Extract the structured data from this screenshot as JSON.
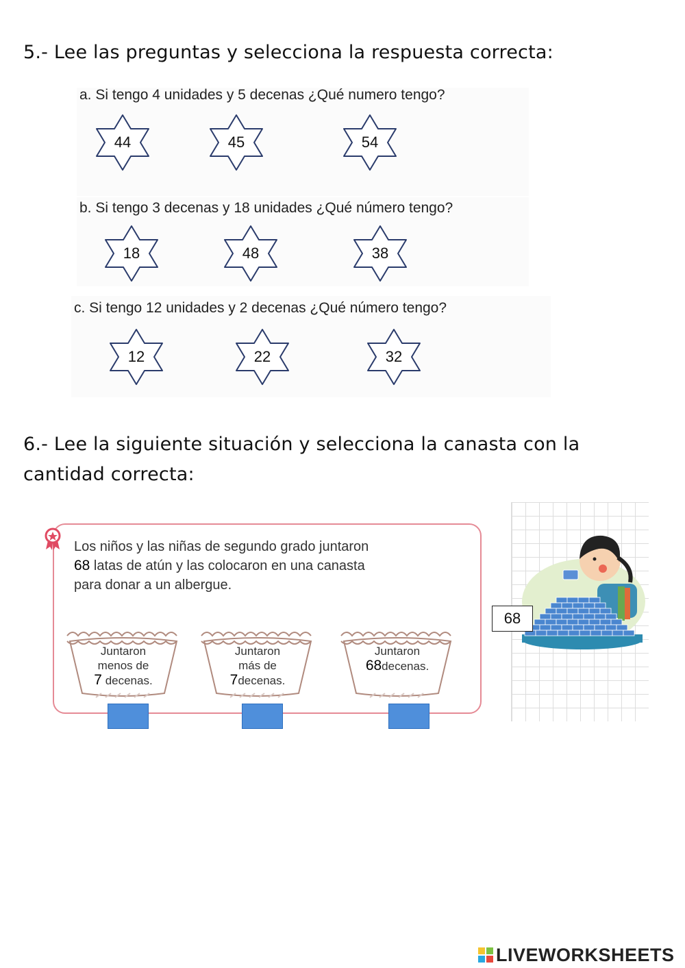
{
  "section5": {
    "heading": "5.- Lee las preguntas y selecciona la respuesta correcta:",
    "questions": [
      {
        "text": "a.   Si tengo 4 unidades y 5 decenas ¿Qué numero tengo?",
        "options": [
          "44",
          "45",
          "54"
        ]
      },
      {
        "text": "b.   Si tengo 3 decenas y 18 unidades ¿Qué número tengo?",
        "options": [
          "18",
          "48",
          "38"
        ]
      },
      {
        "text": "c.   Si tengo 12 unidades y 2 decenas ¿Qué número tengo?",
        "options": [
          "12",
          "22",
          "32"
        ]
      }
    ]
  },
  "section6": {
    "heading_line1": "6.- Lee la siguiente situación y selecciona la canasta con la",
    "heading_line2": "cantidad correcta:",
    "story": {
      "line1": "Los niños y las niñas de segundo grado juntaron",
      "line2_number": "68",
      "line2_rest": " latas de atún y las colocaron en una canasta",
      "line3": "para donar a un albergue."
    },
    "baskets": [
      {
        "line1": "Juntaron",
        "line2": "menos de",
        "number": "7",
        "line3": " decenas."
      },
      {
        "line1": "Juntaron",
        "line2": "más de",
        "number": "7",
        "line3": "decenas."
      },
      {
        "line1": "Juntaron",
        "number": "68",
        "line3": "decenas."
      }
    ],
    "illustration_label": "68"
  },
  "footer": {
    "logo_text": "LIVEWORKSHEETS"
  },
  "colors": {
    "frame": "#e58a95",
    "answer_box": "#4f8fdb",
    "logo_squares": [
      "#f4c430",
      "#7dc242",
      "#29a8e0",
      "#e8483b"
    ]
  }
}
